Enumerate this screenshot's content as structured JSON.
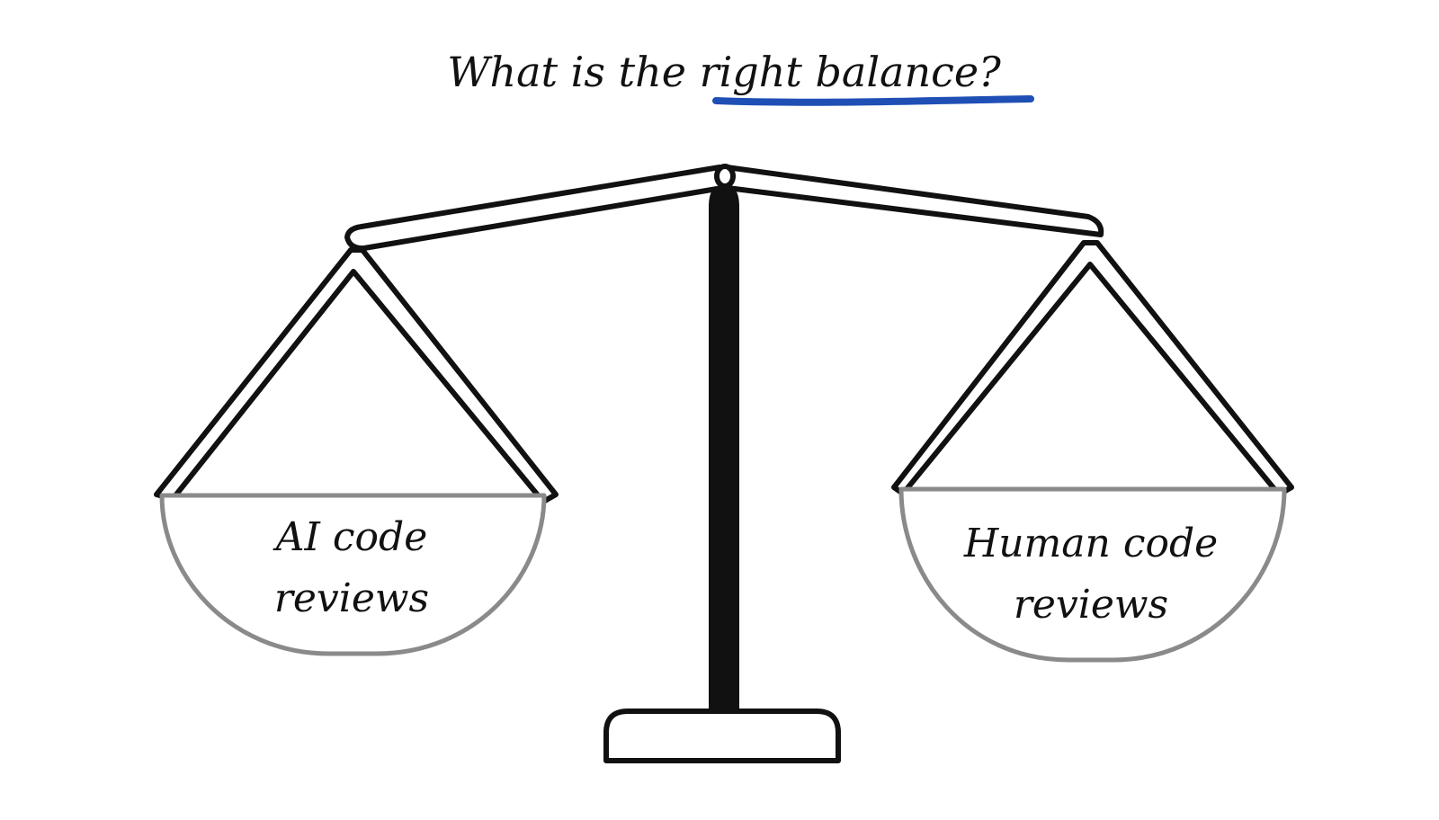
{
  "title": {
    "prefix": "What is the ",
    "emphasis": "right balance?"
  },
  "pans": {
    "left": {
      "line1": "AI code",
      "line2": "reviews"
    },
    "right": {
      "line1": "Human code",
      "line2": "reviews"
    }
  },
  "colors": {
    "ink": "#111111",
    "underline": "#1f4fb5",
    "pan": "#8a8a8a",
    "background": "#ffffff"
  }
}
